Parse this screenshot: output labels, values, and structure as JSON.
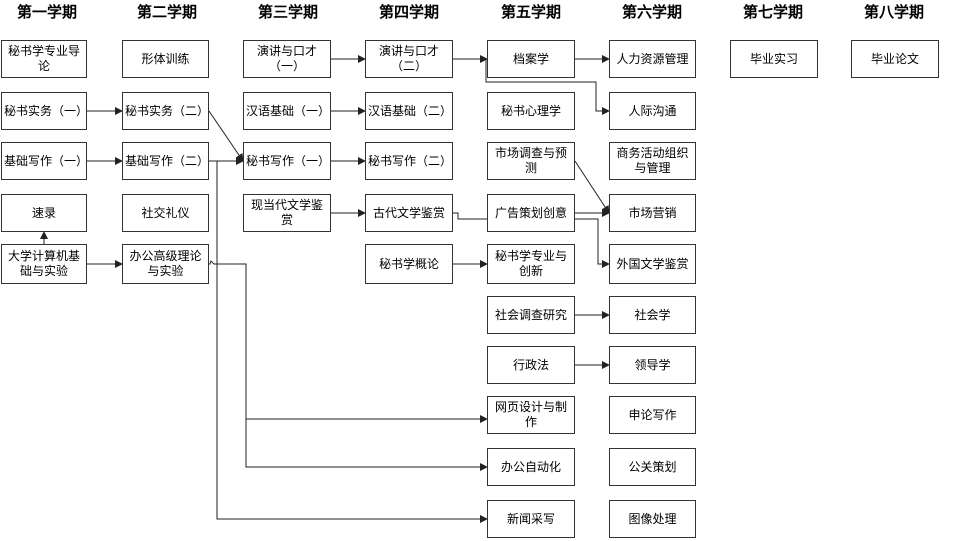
{
  "semesters": [
    "第一学期",
    "第二学期",
    "第三学期",
    "第四学期",
    "第五学期",
    "第六学期",
    "第七学期",
    "第八学期"
  ],
  "courses": {
    "s1_1": "秘书学专业导论",
    "s1_2": "秘书实务（一）",
    "s1_3": "基础写作（一）",
    "s1_4": "速录",
    "s1_5": "大学计算机基础与实验",
    "s2_1": "形体训练",
    "s2_2": "秘书实务（二）",
    "s2_3": "基础写作（二）",
    "s2_4": "社交礼仪",
    "s2_5": "办公高级理论与实验",
    "s3_1": "演讲与口才（一）",
    "s3_2": "汉语基础（一）",
    "s3_3": "秘书写作（一）",
    "s3_4": "现当代文学鉴赏",
    "s4_1": "演讲与口才（二）",
    "s4_2": "汉语基础（二）",
    "s4_3": "秘书写作（二）",
    "s4_4": "古代文学鉴赏",
    "s4_5": "秘书学概论",
    "s5_1": "档案学",
    "s5_2": "秘书心理学",
    "s5_3": "市场调查与预测",
    "s5_4": "广告策划创意",
    "s5_5": "秘书学专业与创新",
    "s5_6": "社会调查研究",
    "s5_7": "行政法",
    "s5_8": "网页设计与制作",
    "s5_9": "办公自动化",
    "s5_10": "新闻采写",
    "s6_1": "人力资源管理",
    "s6_2": "人际沟通",
    "s6_3": "商务活动组织与管理",
    "s6_4": "市场营销",
    "s6_5": "外国文学鉴赏",
    "s6_6": "社会学",
    "s6_7": "领导学",
    "s6_8": "申论写作",
    "s6_9": "公关策划",
    "s6_10": "图像处理",
    "s7_1": "毕业实习",
    "s8_1": "毕业论文"
  },
  "links": [
    [
      "s1_2",
      "s2_2"
    ],
    [
      "s1_3",
      "s2_3"
    ],
    [
      "s1_5",
      "s2_5"
    ],
    [
      "s1_5",
      "s1_4"
    ],
    [
      "s2_2",
      "s3_3"
    ],
    [
      "s2_3",
      "s3_3"
    ],
    [
      "s3_1",
      "s4_1"
    ],
    [
      "s3_2",
      "s4_2"
    ],
    [
      "s3_3",
      "s4_3"
    ],
    [
      "s3_4",
      "s4_4"
    ],
    [
      "s4_1",
      "s5_1"
    ],
    [
      "s4_1",
      "s6_2"
    ],
    [
      "s4_4",
      "s6_5"
    ],
    [
      "s4_5",
      "s5_5"
    ],
    [
      "s5_1",
      "s6_1"
    ],
    [
      "s5_3",
      "s6_4"
    ],
    [
      "s5_4",
      "s6_4"
    ],
    [
      "s5_6",
      "s6_6"
    ],
    [
      "s5_7",
      "s6_7"
    ],
    [
      "s2_3",
      "s5_10"
    ],
    [
      "s2_5",
      "s5_8"
    ],
    [
      "s2_5",
      "s5_9"
    ]
  ]
}
